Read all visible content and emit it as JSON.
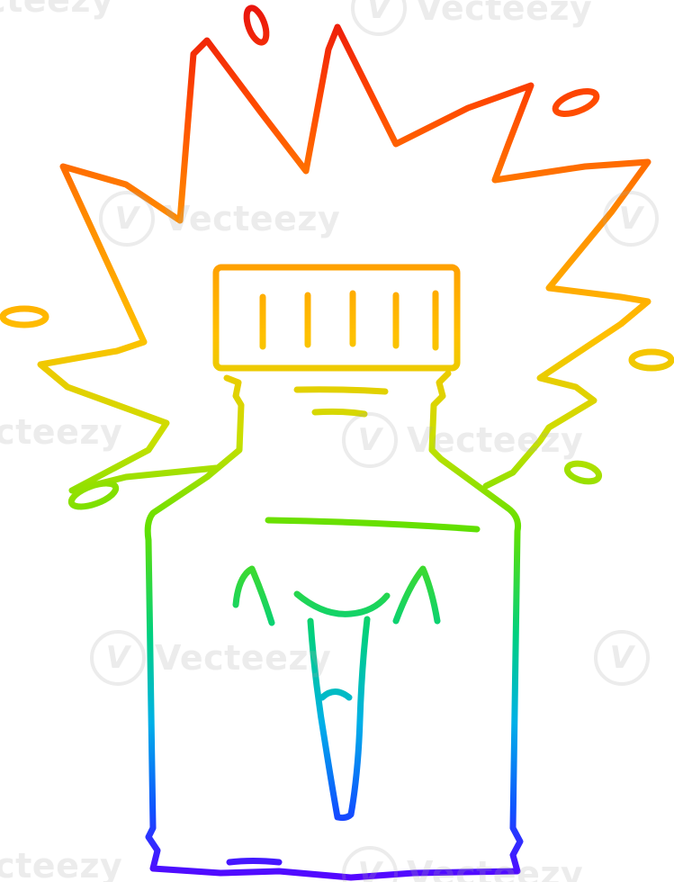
{
  "illustration": {
    "subject": "cartoon happy jar with rainbow gradient outline",
    "gradient_stops": [
      "#e8120e",
      "#ff6a00",
      "#ffc000",
      "#7ee000",
      "#00c0d0",
      "#0050ff",
      "#5000ff"
    ]
  },
  "watermark": {
    "text": "Vecteezy",
    "logo_glyph": "V"
  }
}
